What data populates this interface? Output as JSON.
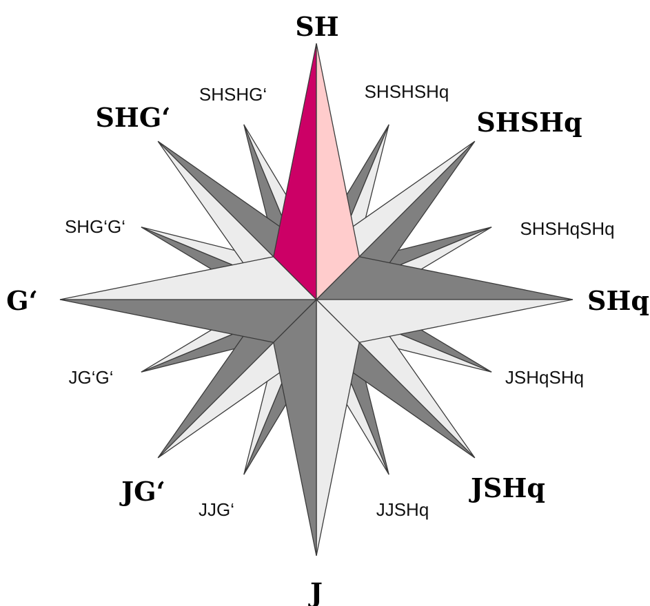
{
  "labels": {
    "north": "SH",
    "south": "J",
    "west": "G‘",
    "east": "SHq",
    "northwest": "SHG‘",
    "northeast": "SHSHq",
    "southwest": "JG‘",
    "southeast": "JSHq",
    "north_northwest": "SHSHG‘",
    "north_northeast": "SHSHSHq",
    "west_northwest": "SHG‘G‘",
    "east_northeast": "SHSHqSHq",
    "west_southwest": "JG‘G‘",
    "east_southeast": "JSHqSHq",
    "south_southwest": "JJG‘",
    "south_southeast": "JJSHq"
  },
  "colors": {
    "north_left": "#cc0066",
    "north_right": "#ffcccc",
    "light": "#ececec",
    "dark": "#808080",
    "outline": "#3a3a3a"
  }
}
